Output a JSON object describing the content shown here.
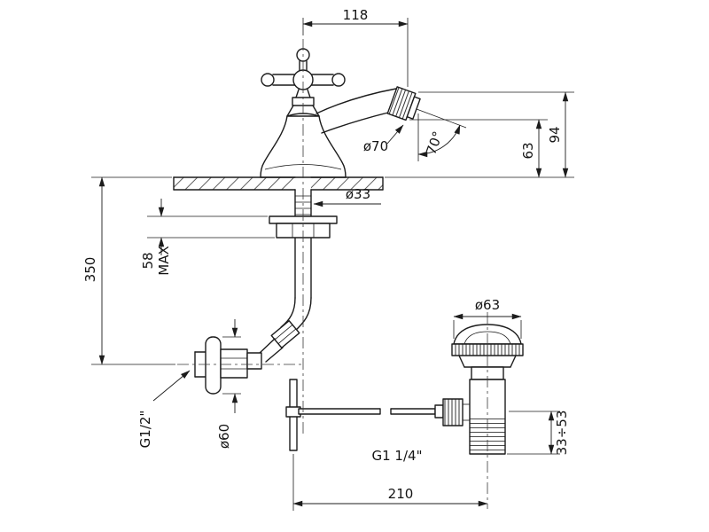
{
  "drawing": {
    "background": "#ffffff",
    "line_color": "#1c1c1c",
    "subject": "bidet-mixer-technical-drawing"
  },
  "labels": {
    "dim_top_width": "118",
    "dim_aerator": "ø70",
    "dim_angle": "70°",
    "dim_spout_outlet_height": "63",
    "dim_spout_top_height": "94",
    "dim_body_diameter": "ø33",
    "dim_deck_thickness": "58",
    "dim_deck_thickness_suffix": "MAX",
    "dim_supply_length": "350",
    "dim_supply_thread": "G1/2\"",
    "dim_escutcheon_diameter": "ø60",
    "dim_drain_flange": "ø63",
    "dim_drain_height_range": "33÷53",
    "dim_drain_thread": "G1 1/4\"",
    "dim_center_distance": "210"
  }
}
